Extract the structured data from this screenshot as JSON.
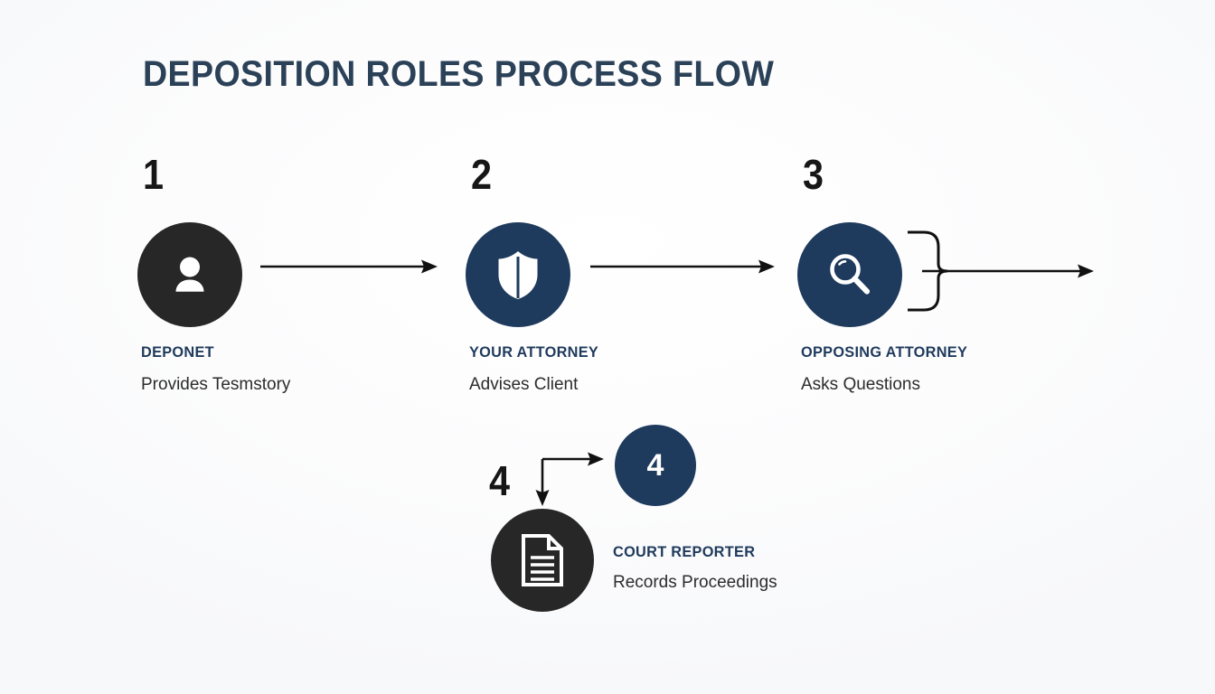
{
  "page": {
    "title": "DEPOSITION ROLES PROCESS FLOW",
    "background_color": "#fdfdfe",
    "accent_navy": "#1e3a5c",
    "accent_dark": "#272727",
    "title_color": "#2b4158",
    "label_color": "#1f3a5c",
    "desc_color": "#2c2c2c",
    "arrow_color": "#111111"
  },
  "steps": [
    {
      "number": "1",
      "label": "DEPONET",
      "description": "Provides Tesmstory",
      "icon": "person-icon",
      "circle_color": "#272727",
      "circle_style": "dark"
    },
    {
      "number": "2",
      "label": "YOUR ATTORNEY",
      "description": "Advises Client",
      "icon": "shield-icon",
      "circle_color": "#1e3a5c",
      "circle_style": "navy"
    },
    {
      "number": "3",
      "label": "OPPOSING ATTORNEY",
      "description": "Asks Questions",
      "icon": "magnifier-icon",
      "circle_color": "#1e3a5c",
      "circle_style": "navy"
    }
  ],
  "step4": {
    "number": "4",
    "badge_number": "4",
    "label": "COURT REPORTER",
    "description": "Records Proceedings",
    "icon": "document-icon",
    "circle_color": "#272727",
    "badge_color": "#1e3a5c"
  },
  "connectors": [
    {
      "name": "arrow-step1-to-step2",
      "type": "arrow-right"
    },
    {
      "name": "arrow-step2-to-step3",
      "type": "arrow-right"
    },
    {
      "name": "merge-bracket-after-step3",
      "type": "bracket-plus-arrow-right"
    },
    {
      "name": "step4-corner-connector",
      "type": "corner-down-and-right"
    }
  ]
}
